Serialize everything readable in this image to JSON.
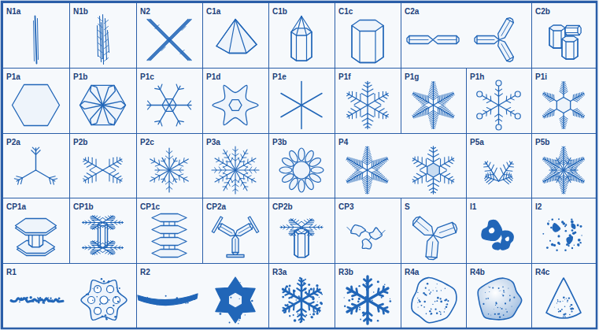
{
  "diagram": {
    "nodes": [
      {
        "text": [
          "N1a"
        ]
      },
      {
        "text": [
          "N1b"
        ]
      },
      {
        "text": [
          "N2"
        ]
      },
      {
        "text": [
          "C1a"
        ]
      },
      {
        "text": [
          "C1b"
        ]
      },
      {
        "text": [
          "C1c"
        ]
      },
      {
        "text": [
          "C2a"
        ]
      },
      {
        "text": [
          "C2b"
        ]
      },
      {
        "text": [
          "P1a"
        ]
      },
      {
        "text": [
          "P1b"
        ]
      },
      {
        "text": [
          "P1c"
        ]
      },
      {
        "text": [
          "P1d"
        ]
      },
      {
        "text": [
          "P1e"
        ]
      },
      {
        "text": [
          "P1f"
        ]
      },
      {
        "text": [
          "P1g"
        ]
      },
      {
        "text": [
          "P1h"
        ]
      },
      {
        "text": [
          "P1i"
        ]
      },
      {
        "text": [
          "P2a"
        ]
      },
      {
        "text": [
          "P2b"
        ]
      },
      {
        "text": [
          "P2c"
        ]
      },
      {
        "text": [
          "P3a"
        ]
      },
      {
        "text": [
          "P3b"
        ]
      },
      {
        "text": [
          "P4"
        ]
      },
      {
        "text": [
          "P5a"
        ]
      },
      {
        "text": [
          "P5b"
        ]
      },
      {
        "text": [
          "CP1a"
        ]
      },
      {
        "text": [
          "CP1b"
        ]
      },
      {
        "text": [
          "CP1c"
        ]
      },
      {
        "text": [
          "CP2a"
        ]
      },
      {
        "text": [
          "CP2b"
        ]
      },
      {
        "text": [
          "CP3"
        ]
      },
      {
        "text": [
          "S"
        ]
      },
      {
        "text": [
          "I1"
        ]
      },
      {
        "text": [
          "I2"
        ]
      },
      {
        "text": [
          "R1"
        ]
      },
      {
        "text": [
          "R2"
        ]
      },
      {
        "text": [
          "R3a"
        ]
      },
      {
        "text": [
          "R3b"
        ]
      },
      {
        "text": [
          "R4a"
        ]
      },
      {
        "text": [
          "R4b"
        ]
      },
      {
        "text": [
          "R4c"
        ]
      }
    ]
  }
}
